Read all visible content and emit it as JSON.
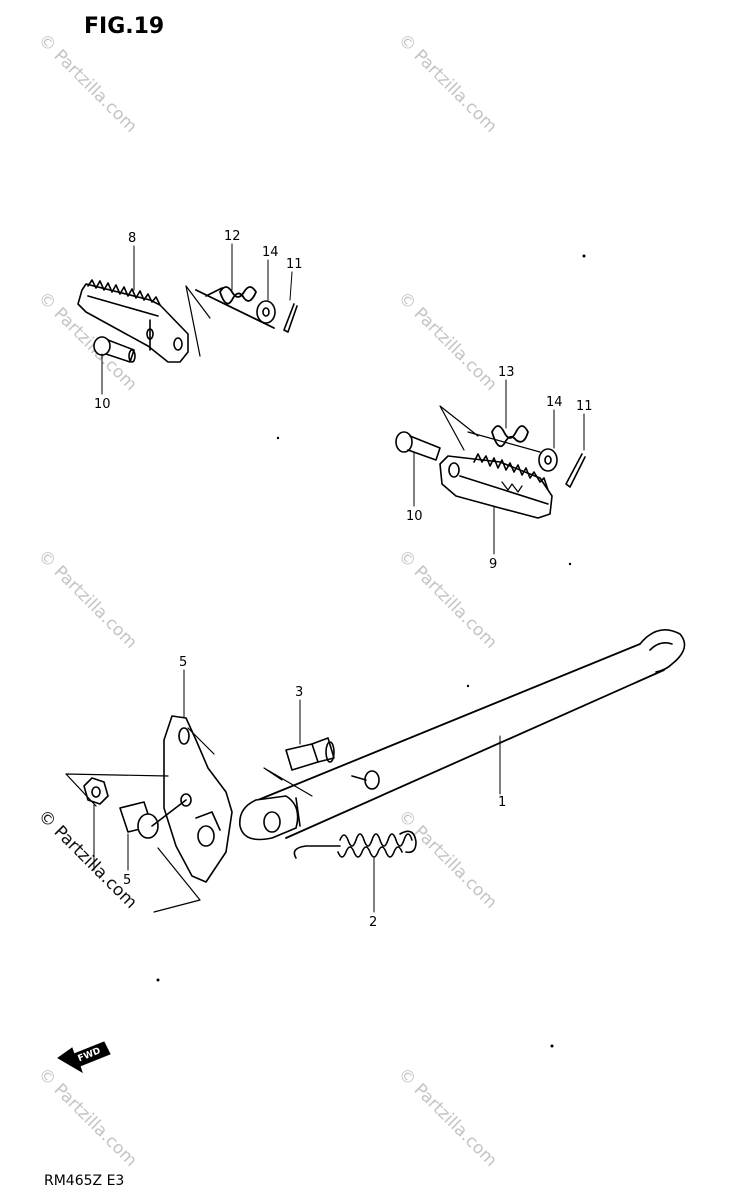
{
  "figure": {
    "title": "FIG.19"
  },
  "footer": {
    "model_code": "RM465Z E3"
  },
  "watermark": {
    "text": "© Partzilla.com"
  },
  "fwd_arrow": {
    "label": "FWD",
    "icon": "forward-arrow-icon"
  },
  "callouts": {
    "p1": "1",
    "p2": "2",
    "p3": "3",
    "p5a": "5",
    "p5b": "5",
    "p8": "8",
    "p9": "9",
    "p10a": "10",
    "p10b": "10",
    "p11a": "11",
    "p11b": "11",
    "p12": "12",
    "p13": "13",
    "p14a": "14",
    "p14b": "14"
  }
}
